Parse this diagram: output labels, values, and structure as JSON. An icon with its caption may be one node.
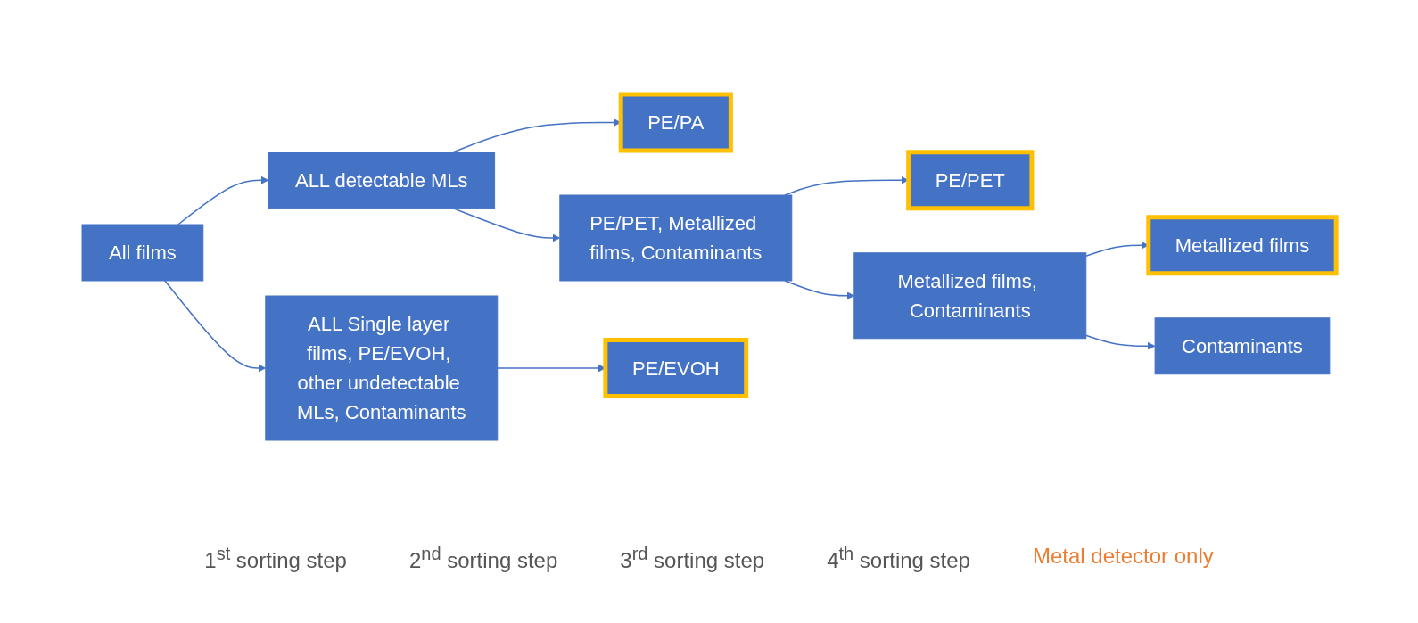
{
  "diagram": {
    "nodes": [
      {
        "text": [
          "All films"
        ]
      },
      {
        "text": [
          "ALL detectable MLs"
        ]
      },
      {
        "text": [
          "ALL Single layer films, PE/EVOH, other undetectable MLs, Contaminants"
        ]
      },
      {
        "text": [
          "PE/PA"
        ]
      },
      {
        "text": [
          "PE/PET, Metallized films, Contaminants"
        ]
      },
      {
        "text": [
          "PE/EVOH"
        ]
      },
      {
        "text": [
          "PE/PET"
        ]
      },
      {
        "text": [
          "Metallized films, Contaminants"
        ]
      },
      {
        "text": [
          "Metallized films"
        ]
      },
      {
        "text": [
          "Contaminants"
        ]
      }
    ],
    "edges": [
      {
        "from": 0,
        "to": 1,
        "arrow": "to"
      },
      {
        "from": 0,
        "to": 2,
        "arrow": "to"
      },
      {
        "from": 1,
        "to": 3,
        "arrow": "to"
      },
      {
        "from": 1,
        "to": 4,
        "arrow": "to"
      },
      {
        "from": 2,
        "to": 5,
        "arrow": "to"
      },
      {
        "from": 4,
        "to": 6,
        "arrow": "to"
      },
      {
        "from": 4,
        "to": 7,
        "arrow": "to"
      },
      {
        "from": 7,
        "to": 8,
        "arrow": "to"
      },
      {
        "from": 7,
        "to": 9,
        "arrow": "to"
      }
    ],
    "labels": [
      "1$^{st}$ sorting step",
      "2$^{nd}$ sorting step",
      "3$^{rd}$ sorting step",
      "4$^{th}$ sorting step",
      "Metal detector only"
    ]
  }
}
